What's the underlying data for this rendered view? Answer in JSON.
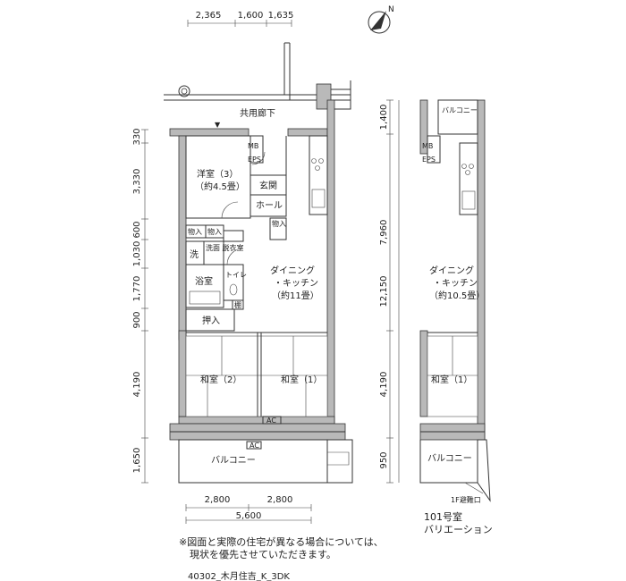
{
  "top_dimensions": [
    "2,365",
    "1,600",
    "1,635"
  ],
  "left_dimensions": [
    "330",
    "3,330",
    "600",
    "1,030",
    "1,770",
    "900",
    "4,190",
    "1,650"
  ],
  "right_dimensions": [
    "1,400",
    "7,960",
    "12,150",
    "4,190",
    "950"
  ],
  "bottom_dimensions": [
    "2,800",
    "2,800",
    "5,600"
  ],
  "labels": {
    "corridor": "共用廊下",
    "western_room": "洋室（3）",
    "western_room_area": "（約4.5畳）",
    "entrance": "玄関",
    "hall": "ホール",
    "mb": "MB",
    "eps": "EPS",
    "storage1": "物入",
    "storage2": "物入",
    "storage3": "物入",
    "washroom": "洗面\n脱衣室",
    "wash": "洗",
    "bath": "浴室",
    "toilet": "トイレ",
    "shelf": "棚",
    "closet": "押入",
    "dk": "ダイニング\n・キッチン",
    "dk_area": "（約11畳）",
    "japanese2": "和室（2）",
    "japanese1": "和室（1）",
    "ac1": "AC",
    "ac2": "AC",
    "balcony": "バルコニー"
  },
  "variation": {
    "balcony_top": "バルコニー",
    "mb": "MB",
    "eps": "EPS",
    "dk": "ダイニング\n・キッチン",
    "dk_area": "（約10.5畳）",
    "japanese1": "和室（1）",
    "balcony": "バルコニー",
    "evac": "1F避難口",
    "title1": "101号室",
    "title2": "バリエーション"
  },
  "note_line1": "※図面と実際の住宅が異なる場合については、",
  "note_line2": "現状を優先させていただきます。",
  "code": "40302_木月住吉_K_3DK",
  "compass": "N"
}
